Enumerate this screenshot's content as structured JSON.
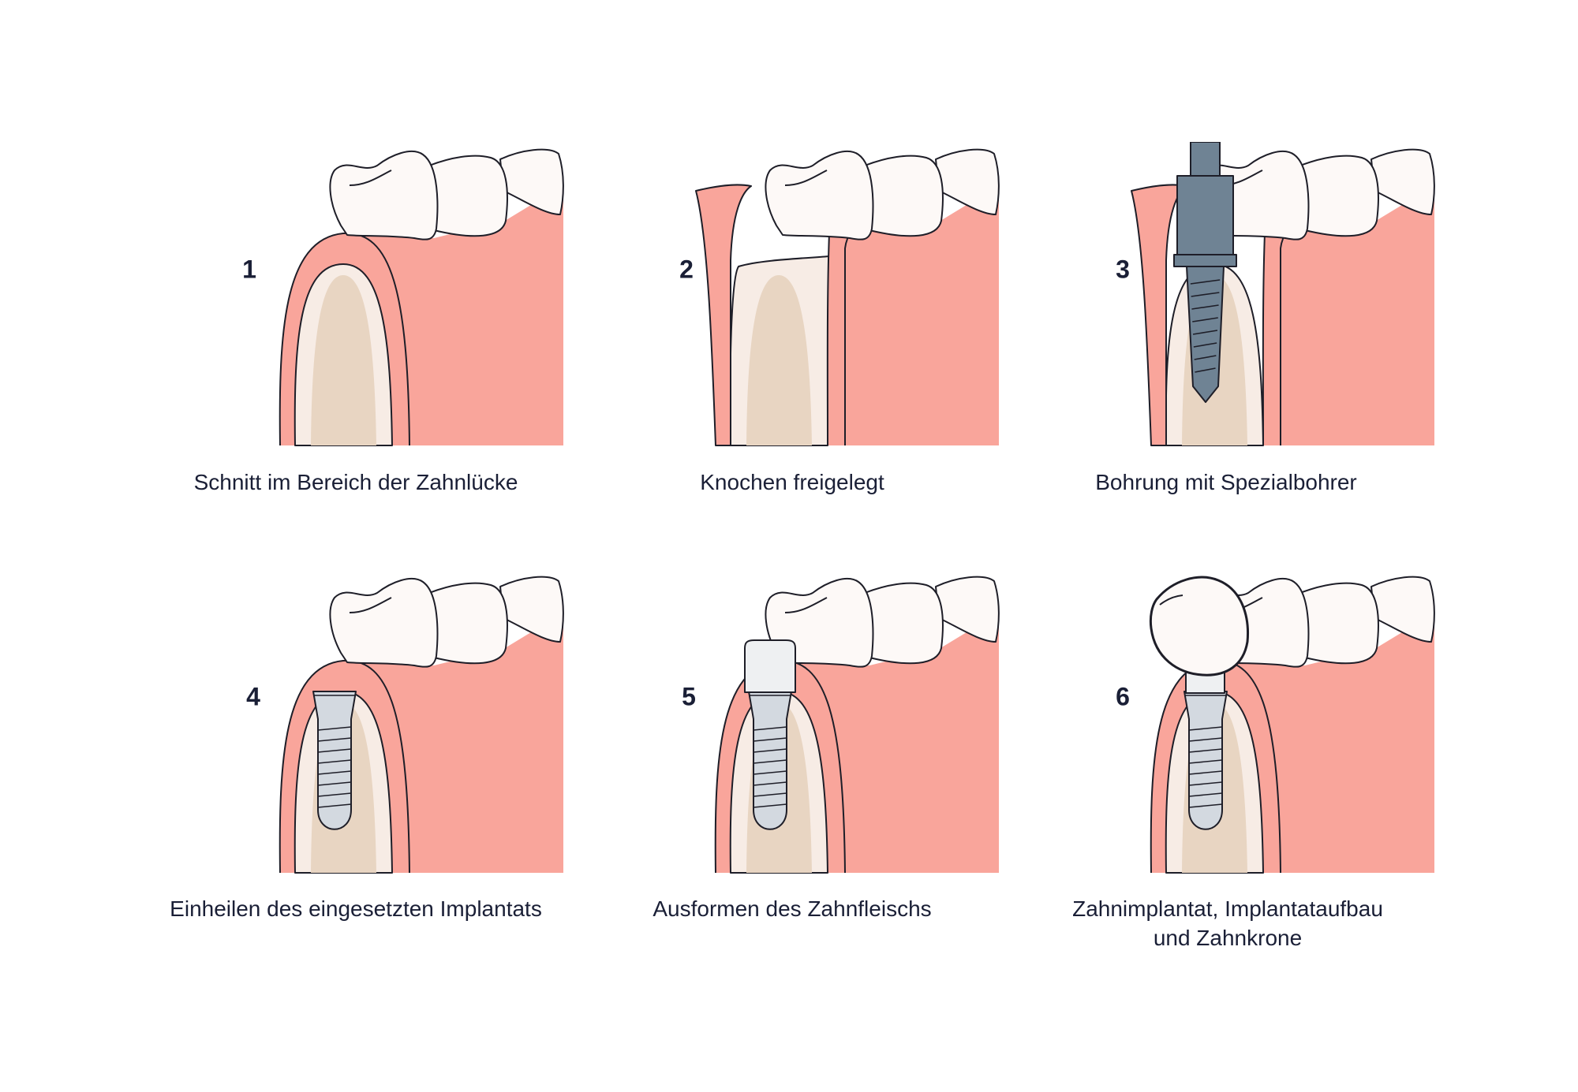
{
  "colors": {
    "gum": "#f9a59b",
    "line": "#1e1e28",
    "bone_outer": "#f7ece5",
    "bone_inner": "#e8d5c2",
    "tooth": "#fdf9f7",
    "implant": "#d3d9e0",
    "drill": "#6f8394"
  },
  "steps": [
    {
      "number": "1",
      "caption": "Schnitt im Bereich der Zahnlücke",
      "type": "incision"
    },
    {
      "number": "2",
      "caption": "Knochen freigelegt",
      "type": "exposed"
    },
    {
      "number": "3",
      "caption": "Bohrung mit Spezialbohrer",
      "type": "drill"
    },
    {
      "number": "4",
      "caption": "Einheilen des eingesetzten Implantats",
      "type": "implant"
    },
    {
      "number": "5",
      "caption": "Ausformen des Zahnfleischs",
      "type": "healing"
    },
    {
      "number": "6",
      "caption": "Zahnimplantat, Implantataufbau",
      "caption_line2": "und Zahnkrone",
      "type": "crown"
    }
  ]
}
